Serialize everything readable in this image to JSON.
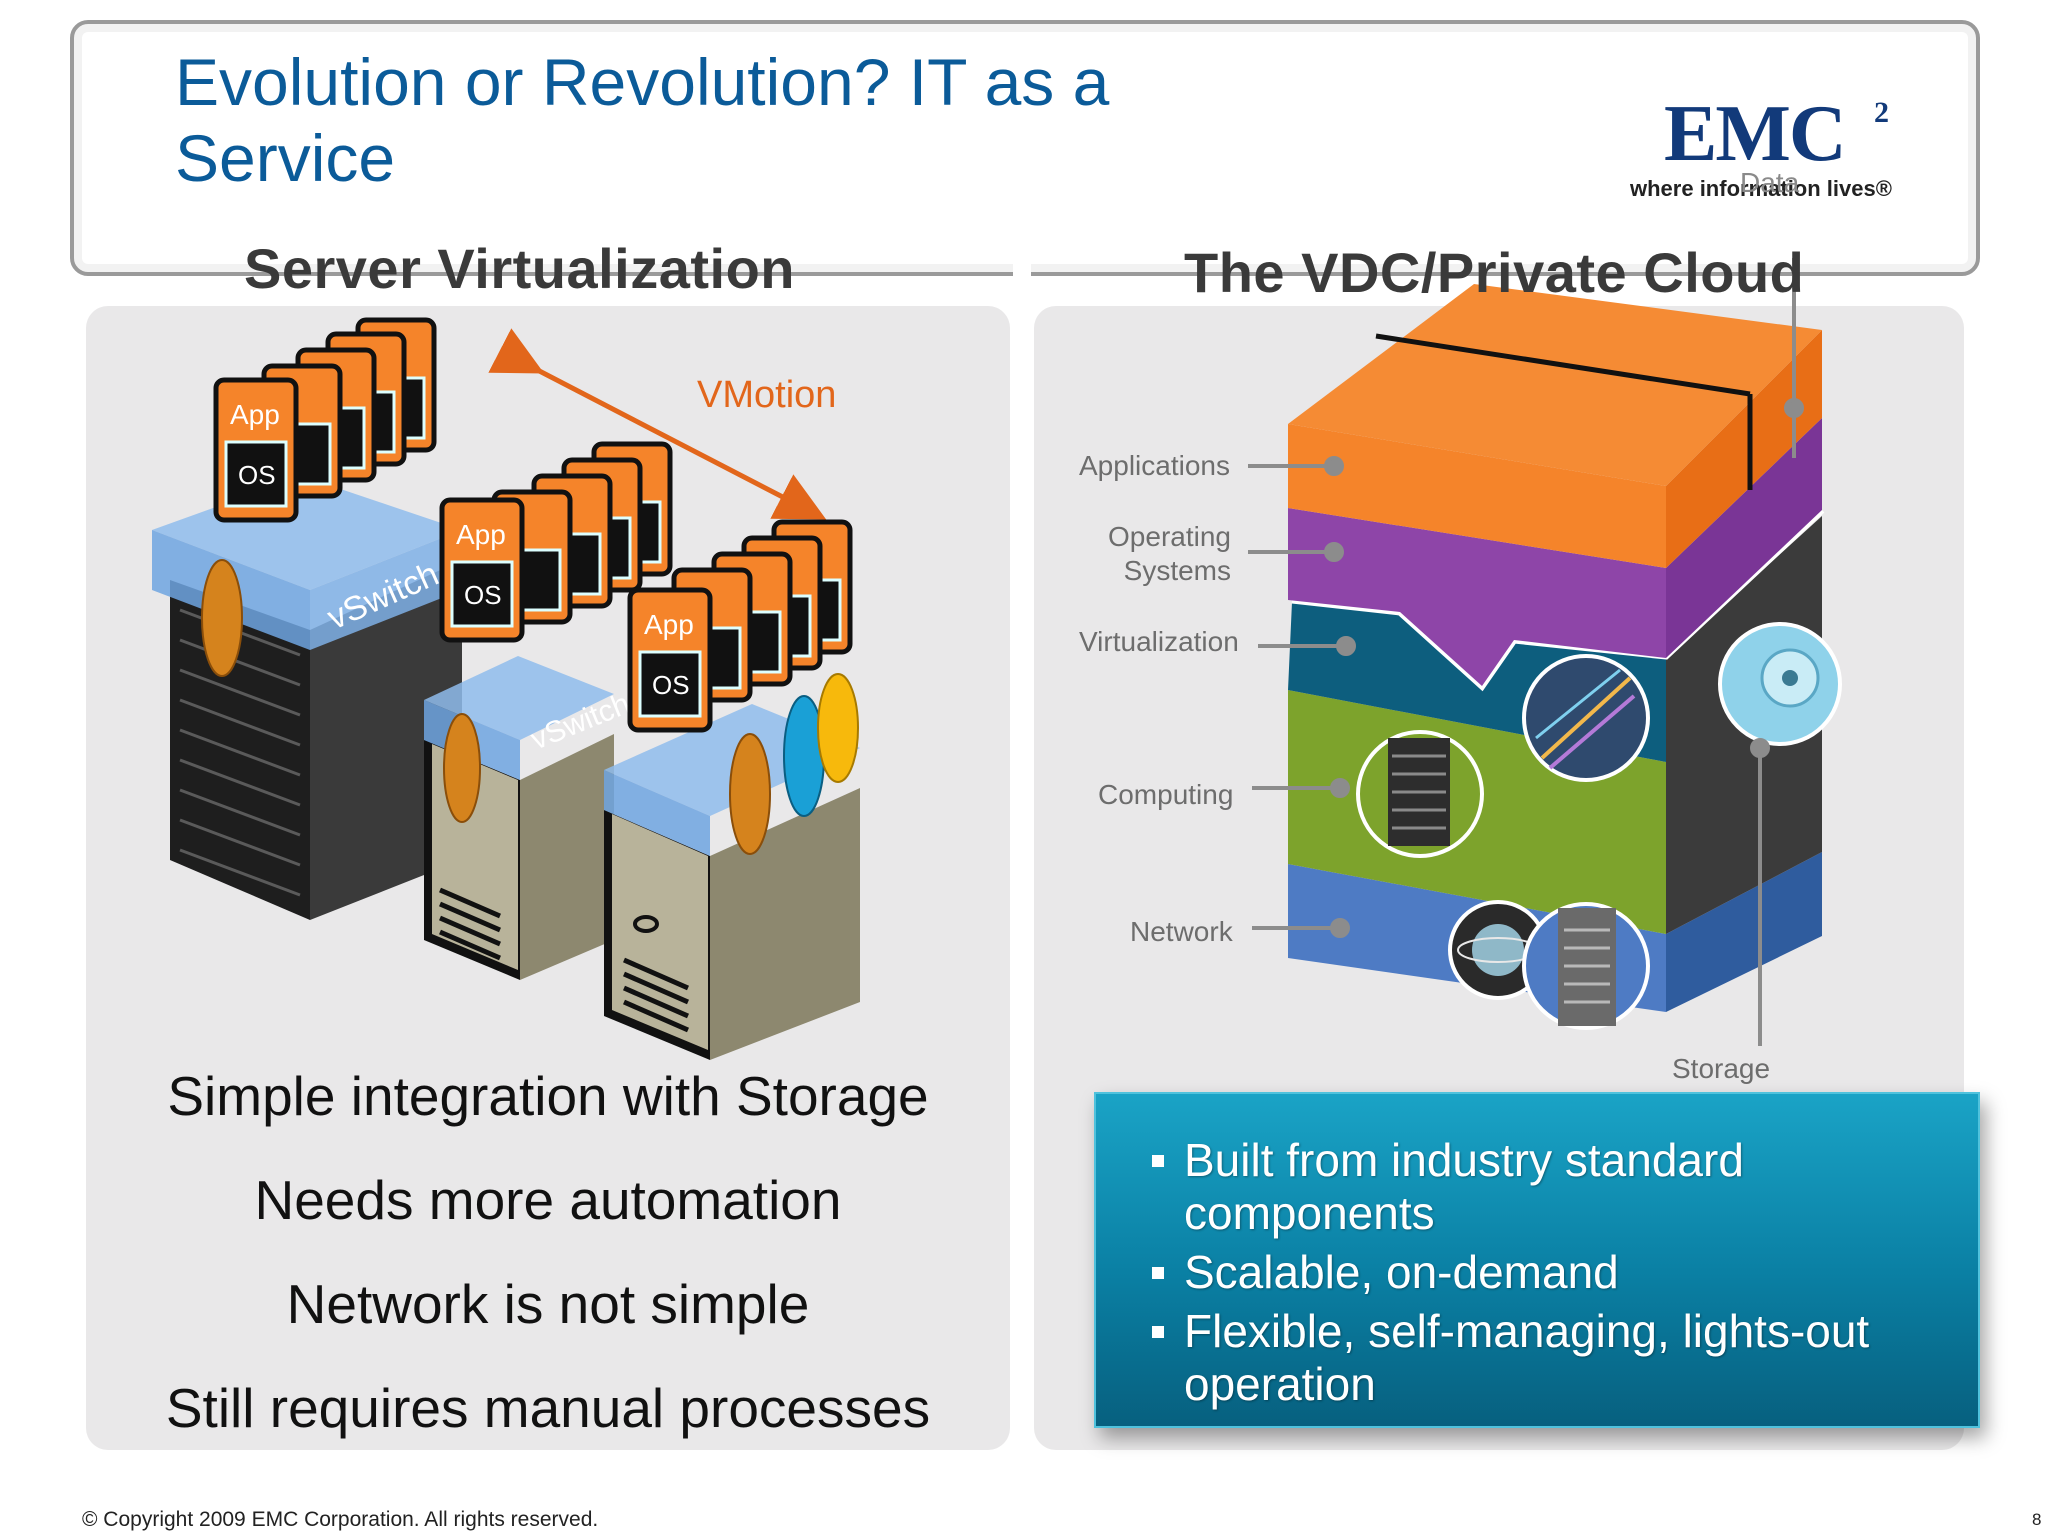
{
  "slide": {
    "title": "Evolution or Revolution? IT as a Service",
    "logo": {
      "brand": "EMC",
      "superscript": "2",
      "tagline": "where information lives®"
    },
    "left_panel": {
      "heading": "Server Virtualization",
      "vmotion_label": "VMotion",
      "app_label": "App",
      "os_label": "OS",
      "vswitch_label": "vSwitch",
      "lines": [
        "Simple integration with Storage",
        "Needs more automation",
        "Network is not simple",
        "Still requires manual processes"
      ]
    },
    "right_panel": {
      "heading": "The VDC/Private Cloud",
      "layer_labels": {
        "data": "Data",
        "applications": "Applications",
        "operating_systems": "Operating\nSystems",
        "virtualization": "Virtualization",
        "computing": "Computing",
        "network": "Network",
        "storage": "Storage"
      },
      "callout_items": [
        "Built from industry standard components",
        "Scalable, on-demand",
        "Flexible, self-managing, lights-out operation"
      ]
    },
    "footer": {
      "copyright": "© Copyright 2009 EMC Corporation. All rights reserved.",
      "page_number": "8"
    }
  },
  "colors": {
    "title_blue": "#0b5b99",
    "accent_orange": "#e2661b",
    "layer_orange": "#f5842a",
    "layer_purple": "#8e45a8",
    "layer_teal": "#0d5e7e",
    "layer_green": "#7da32c",
    "layer_blue": "#4e7bc4",
    "callout_blue": "#0a87ad"
  }
}
